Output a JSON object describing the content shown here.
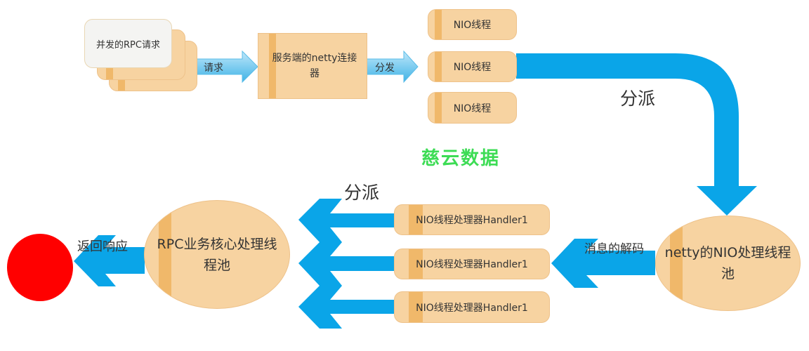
{
  "nodes": {
    "rpc_requests": "并发的RPC请求",
    "netty_connector": "服务端的netty连接器",
    "nio_threads": [
      "NIO线程",
      "NIO线程",
      "NIO线程"
    ],
    "netty_nio_pool": "netty的NIO处理线程池",
    "handlers": [
      "NIO线程处理器Handler1",
      "NIO线程处理器Handler1",
      "NIO线程处理器Handler1"
    ],
    "rpc_core_pool": "RPC业务核心处理线程池"
  },
  "edges": {
    "request": "请求",
    "distribute": "分发",
    "dispatch_1": "分派",
    "decode": "消息的解码",
    "dispatch_2": "分派",
    "response": "返回响应"
  },
  "watermark": "慈云数据",
  "colors": {
    "arrow": "#0aa5e8",
    "node": "#f7d3a1",
    "stripe": "#f0b86a",
    "end": "#ff0000"
  }
}
